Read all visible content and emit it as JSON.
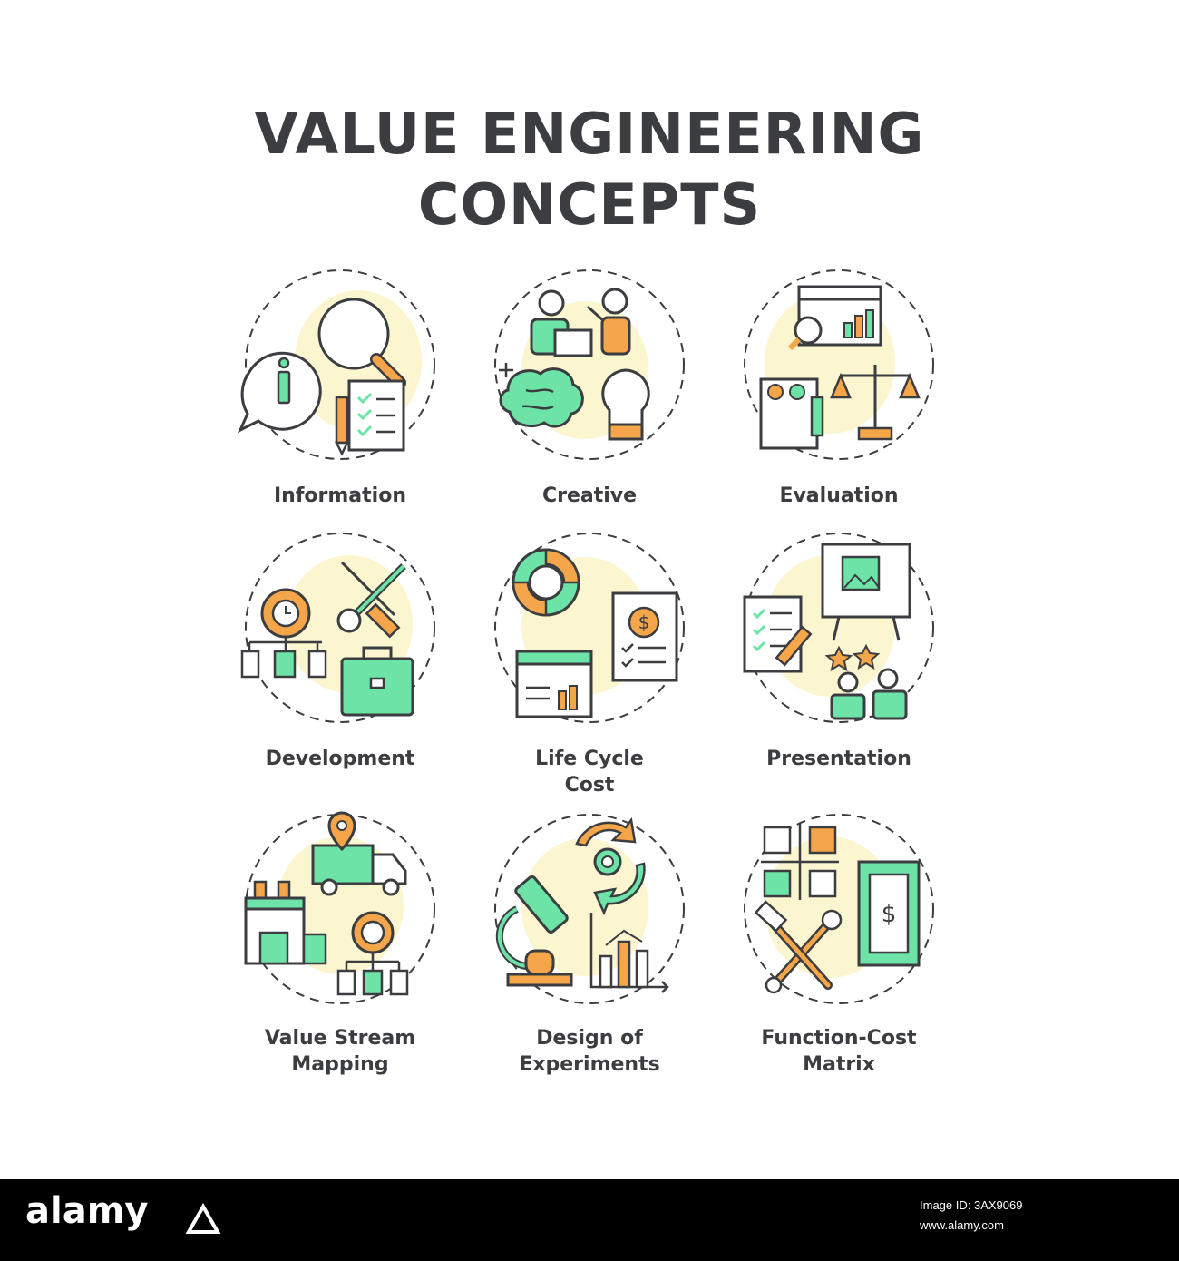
{
  "title": {
    "line1": "VALUE ENGINEERING",
    "line2": "CONCEPTS"
  },
  "colors": {
    "green": "#6de3a7",
    "orange": "#f5a64b",
    "cream": "#fbf5d0",
    "outline": "#3b3d40"
  },
  "items": [
    {
      "label_lines": [
        "Information"
      ],
      "icon": "information-icon"
    },
    {
      "label_lines": [
        "Creative"
      ],
      "icon": "creative-icon"
    },
    {
      "label_lines": [
        "Evaluation"
      ],
      "icon": "evaluation-icon"
    },
    {
      "label_lines": [
        "Development"
      ],
      "icon": "development-icon"
    },
    {
      "label_lines": [
        "Life Cycle",
        "Cost"
      ],
      "icon": "life-cycle-cost-icon"
    },
    {
      "label_lines": [
        "Presentation"
      ],
      "icon": "presentation-icon"
    },
    {
      "label_lines": [
        "Value Stream",
        "Mapping"
      ],
      "icon": "value-stream-mapping-icon"
    },
    {
      "label_lines": [
        "Design of",
        "Experiments"
      ],
      "icon": "design-of-experiments-icon"
    },
    {
      "label_lines": [
        "Function-Cost",
        "Matrix"
      ],
      "icon": "function-cost-matrix-icon"
    }
  ],
  "footer": {
    "brand": "alamy",
    "image_id": "Image ID: 3AX9069",
    "url": "www.alamy.com"
  }
}
